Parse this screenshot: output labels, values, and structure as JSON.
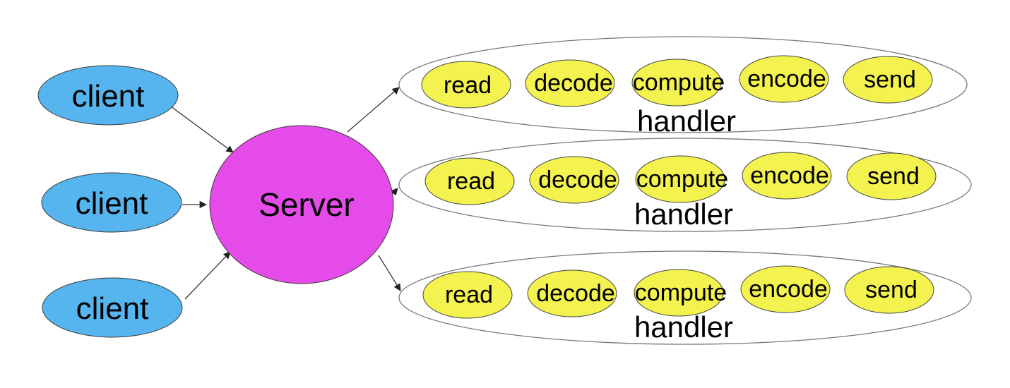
{
  "colors": {
    "client_fill": "#56b4ee",
    "server_fill": "#e54be8",
    "step_fill": "#f3f24f",
    "outline": "#3a3a3a",
    "arrow": "#333333",
    "handler_outline": "#777777"
  },
  "clients": [
    {
      "label": "client"
    },
    {
      "label": "client"
    },
    {
      "label": "client"
    }
  ],
  "server": {
    "label": "Server"
  },
  "handlers": [
    {
      "label": "handler",
      "steps": [
        {
          "label": "read"
        },
        {
          "label": "decode"
        },
        {
          "label": "compute"
        },
        {
          "label": "encode"
        },
        {
          "label": "send"
        }
      ]
    },
    {
      "label": "handler",
      "steps": [
        {
          "label": "read"
        },
        {
          "label": "decode"
        },
        {
          "label": "compute"
        },
        {
          "label": "encode"
        },
        {
          "label": "send"
        }
      ]
    },
    {
      "label": "handler",
      "steps": [
        {
          "label": "read"
        },
        {
          "label": "decode"
        },
        {
          "label": "compute"
        },
        {
          "label": "encode"
        },
        {
          "label": "send"
        }
      ]
    }
  ]
}
